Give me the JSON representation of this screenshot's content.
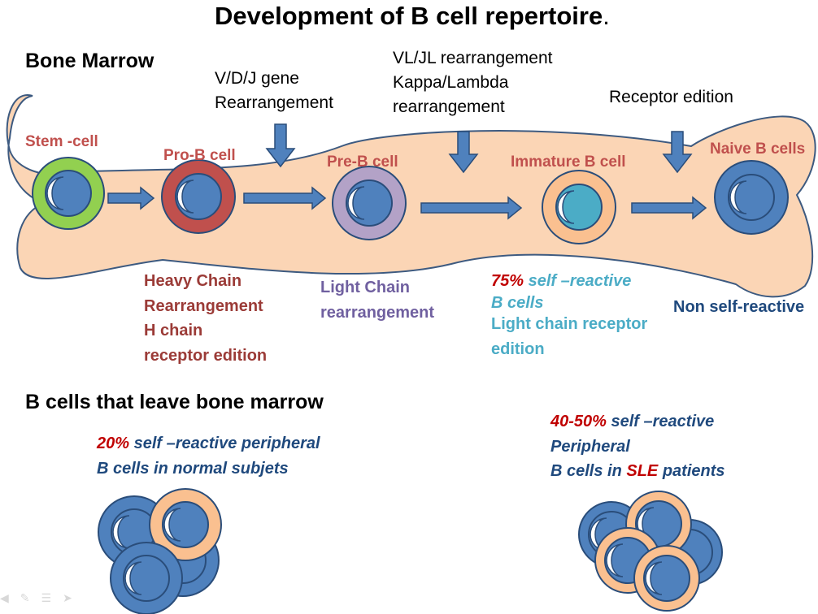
{
  "title": "Development of B cell repertoire",
  "title_suffix": ".",
  "section_bone_marrow": "Bone Marrow",
  "steps": {
    "vdj_line1": "V/D/J gene",
    "vdj_line2": "Rearrangement",
    "vljl_line1": "VL/JL rearrangement",
    "vljl_line2": "Kappa/Lambda",
    "vljl_line3": "rearrangement",
    "receptor": "Receptor edition"
  },
  "stages": {
    "stem": "Stem -cell",
    "prob": "Pro-B cell",
    "preb": "Pre-B cell",
    "immature": "Immature B cell",
    "naive": "Naive B cells"
  },
  "notes": {
    "heavy": [
      "Heavy Chain",
      "Rearrangement",
      "H chain",
      "receptor edition"
    ],
    "light": [
      "Light Chain",
      "rearrangement"
    ],
    "immature_pct": "75%",
    "immature_self": " self –reactive",
    "immature_bcells": "B cells",
    "immature_edit1": "Light chain receptor",
    "immature_edit2": "edition",
    "nonself": "Non self-reactive"
  },
  "section_leave": "B cells that leave bone marrow",
  "normal": {
    "pct": "20%",
    "line1_rest": " self –reactive peripheral",
    "line2": "B cells in normal subjets"
  },
  "sle": {
    "pct": "40-50%",
    "line1_rest": " self –reactive",
    "line2": "Peripheral",
    "line3_pre": "B cells in ",
    "line3_sle": "SLE",
    "line3_post": " patients"
  },
  "colors": {
    "bone_fill": "#fbd5b5",
    "bone_stroke": "#3d5a80",
    "nucleus_blue": "#4f81bd",
    "stem_ring": "#92d050",
    "prob_ring": "#c0504d",
    "preb_ring": "#b3a2c7",
    "immature_ring": "#fac090",
    "immature_nucleus": "#4bacc6",
    "naive_ring": "#4f81bd",
    "arrow": "#4f81bd"
  }
}
